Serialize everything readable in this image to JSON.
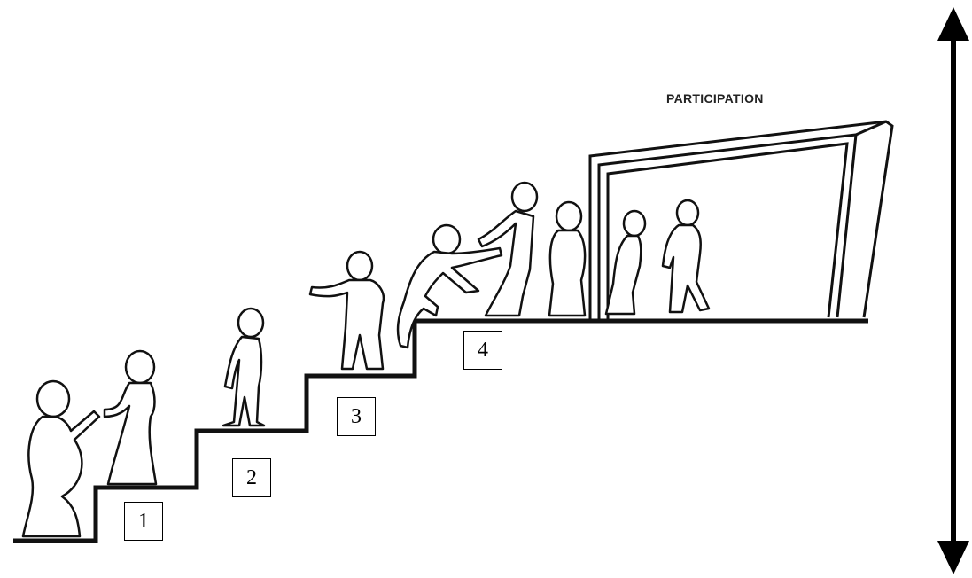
{
  "diagram": {
    "title": "PARTICIPATION",
    "steps": [
      {
        "label": "1"
      },
      {
        "label": "2"
      },
      {
        "label": "3"
      },
      {
        "label": "4"
      }
    ]
  }
}
